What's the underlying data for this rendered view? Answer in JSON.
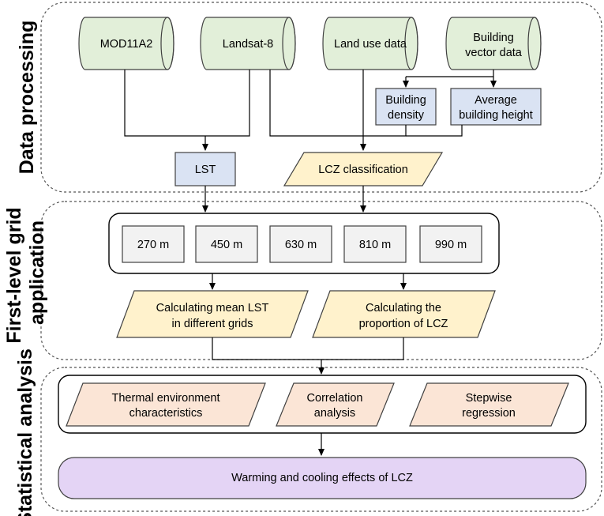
{
  "sections": {
    "data_processing": "Data processing",
    "grid_application": [
      "First-level grid",
      "application"
    ],
    "statistical_analysis": "Statistical analysis"
  },
  "sources": {
    "mod11a2": "MOD11A2",
    "landsat8": "Landsat-8",
    "land_use": "Land use data",
    "building_vector": [
      "Building",
      "vector data"
    ]
  },
  "derived": {
    "building_density": [
      "Building",
      "density"
    ],
    "average_height": [
      "Average",
      "building height"
    ]
  },
  "processing": {
    "lst": "LST",
    "lcz_classification": "LCZ classification"
  },
  "grids": [
    "270 m",
    "450 m",
    "630 m",
    "810 m",
    "990 m"
  ],
  "calculations": {
    "mean_lst": [
      "Calculating mean LST",
      "in different grids"
    ],
    "lcz_proportion": [
      "Calculating the",
      "proportion of LCZ"
    ]
  },
  "analysis": {
    "thermal": [
      "Thermal environment",
      "characteristics"
    ],
    "correlation": [
      "Correlation",
      "analysis"
    ],
    "stepwise": [
      "Stepwise",
      "regression"
    ]
  },
  "result": "Warming and cooling effects of LCZ",
  "colors": {
    "cylinder_fill": "#e2efd9",
    "rect_blue_fill": "#dae3f3",
    "para_yellow_fill": "#fff2cc",
    "grid_box_fill": "#f2f2f2",
    "para_peach_fill": "#fbe5d6",
    "result_fill": "#e4d4f5",
    "stroke": "#404040"
  }
}
